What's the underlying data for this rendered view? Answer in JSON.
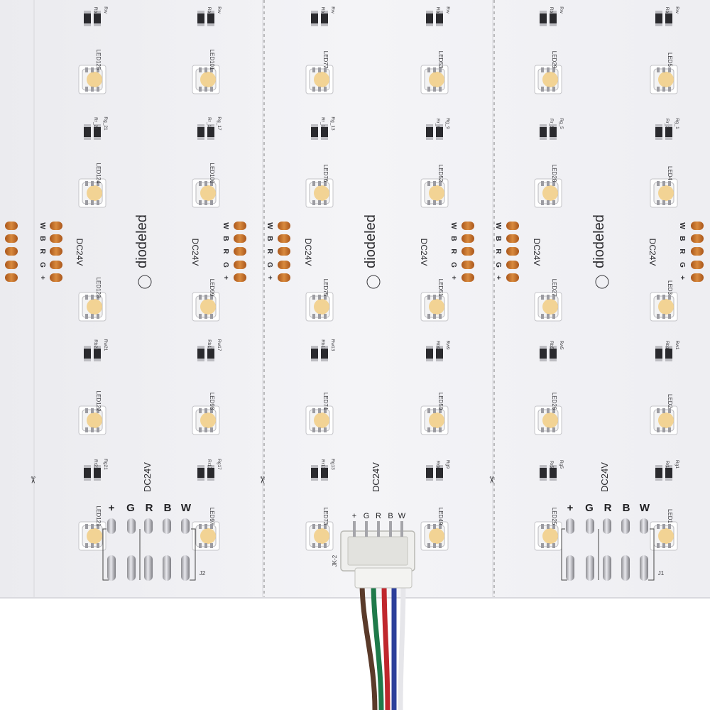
{
  "photo": {
    "brand": "diodeled",
    "voltage_label": "DC24V",
    "pin_labels": [
      "+",
      "G",
      "R",
      "B",
      "W"
    ],
    "cut_symbol": "✂",
    "connector_ref": "JK-2",
    "pad_refs": [
      "J2",
      "J1"
    ],
    "colors": {
      "pcb": "#f1f1f4",
      "pad_copper": "#c8722b",
      "led_body": "#f3f3f3",
      "led_phosphor": "#f2cf8a",
      "wire_brown": "#5a3a2a",
      "wire_green": "#1f7a4a",
      "wire_red": "#c0272d",
      "wire_blue": "#2c3f9a",
      "wire_white": "#e6e6ea"
    },
    "columns": [
      {
        "leds": [
          "LED125",
          "LED124",
          "LED123",
          "LED122",
          "LED121"
        ],
        "resistors": [
          {
            "top": "Rb",
            "bottom": "Rw"
          },
          {
            "top": "Rr_21",
            "bottom": "Rg_21"
          },
          {
            "top": "Rb21",
            "bottom": "Rw21"
          },
          {
            "top": "Rr21",
            "bottom": "Rg21"
          }
        ]
      },
      {
        "leds": [
          "LED101",
          "LED100",
          "LED99",
          "LED98",
          "LED97"
        ],
        "resistors": [
          {
            "top": "Rb",
            "bottom": "Rw"
          },
          {
            "top": "Rr_17",
            "bottom": "Rg_17"
          },
          {
            "top": "Rb17",
            "bottom": "Rw17"
          },
          {
            "top": "Rr17",
            "bottom": "Rg17"
          }
        ]
      },
      {
        "leds": [
          "LED77",
          "LED76",
          "LED75",
          "LED74",
          "LED73"
        ],
        "resistors": [
          {
            "top": "Rb",
            "bottom": "Rw"
          },
          {
            "top": "Rr_13",
            "bottom": "Rg_13"
          },
          {
            "top": "Rb13",
            "bottom": "Rw13"
          },
          {
            "top": "Rr13",
            "bottom": "Rg13"
          }
        ]
      },
      {
        "leds": [
          "LED53",
          "LED52",
          "LED51",
          "LED50",
          "LED49"
        ],
        "resistors": [
          {
            "top": "Rb",
            "bottom": "Rw"
          },
          {
            "top": "Rr_9",
            "bottom": "Rg_9"
          },
          {
            "top": "Rb9",
            "bottom": "Rw9"
          },
          {
            "top": "Rr9",
            "bottom": "Rg9"
          }
        ]
      },
      {
        "leds": [
          "LED29",
          "LED28",
          "LED27",
          "LED26",
          "LED25"
        ],
        "resistors": [
          {
            "top": "Rb",
            "bottom": "Rw"
          },
          {
            "top": "Rr_5",
            "bottom": "Rg_5"
          },
          {
            "top": "Rb5",
            "bottom": "Rw5"
          },
          {
            "top": "Rr5",
            "bottom": "Rg5"
          }
        ]
      },
      {
        "leds": [
          "LED5",
          "LED4",
          "LED3",
          "LED2",
          "LED1"
        ],
        "resistors": [
          {
            "top": "Rb",
            "bottom": "Rw"
          },
          {
            "top": "Rr_1",
            "bottom": "Rg_1"
          },
          {
            "top": "Rb1",
            "bottom": "Rw1"
          },
          {
            "top": "Rr1",
            "bottom": "Rg1"
          }
        ]
      }
    ]
  }
}
